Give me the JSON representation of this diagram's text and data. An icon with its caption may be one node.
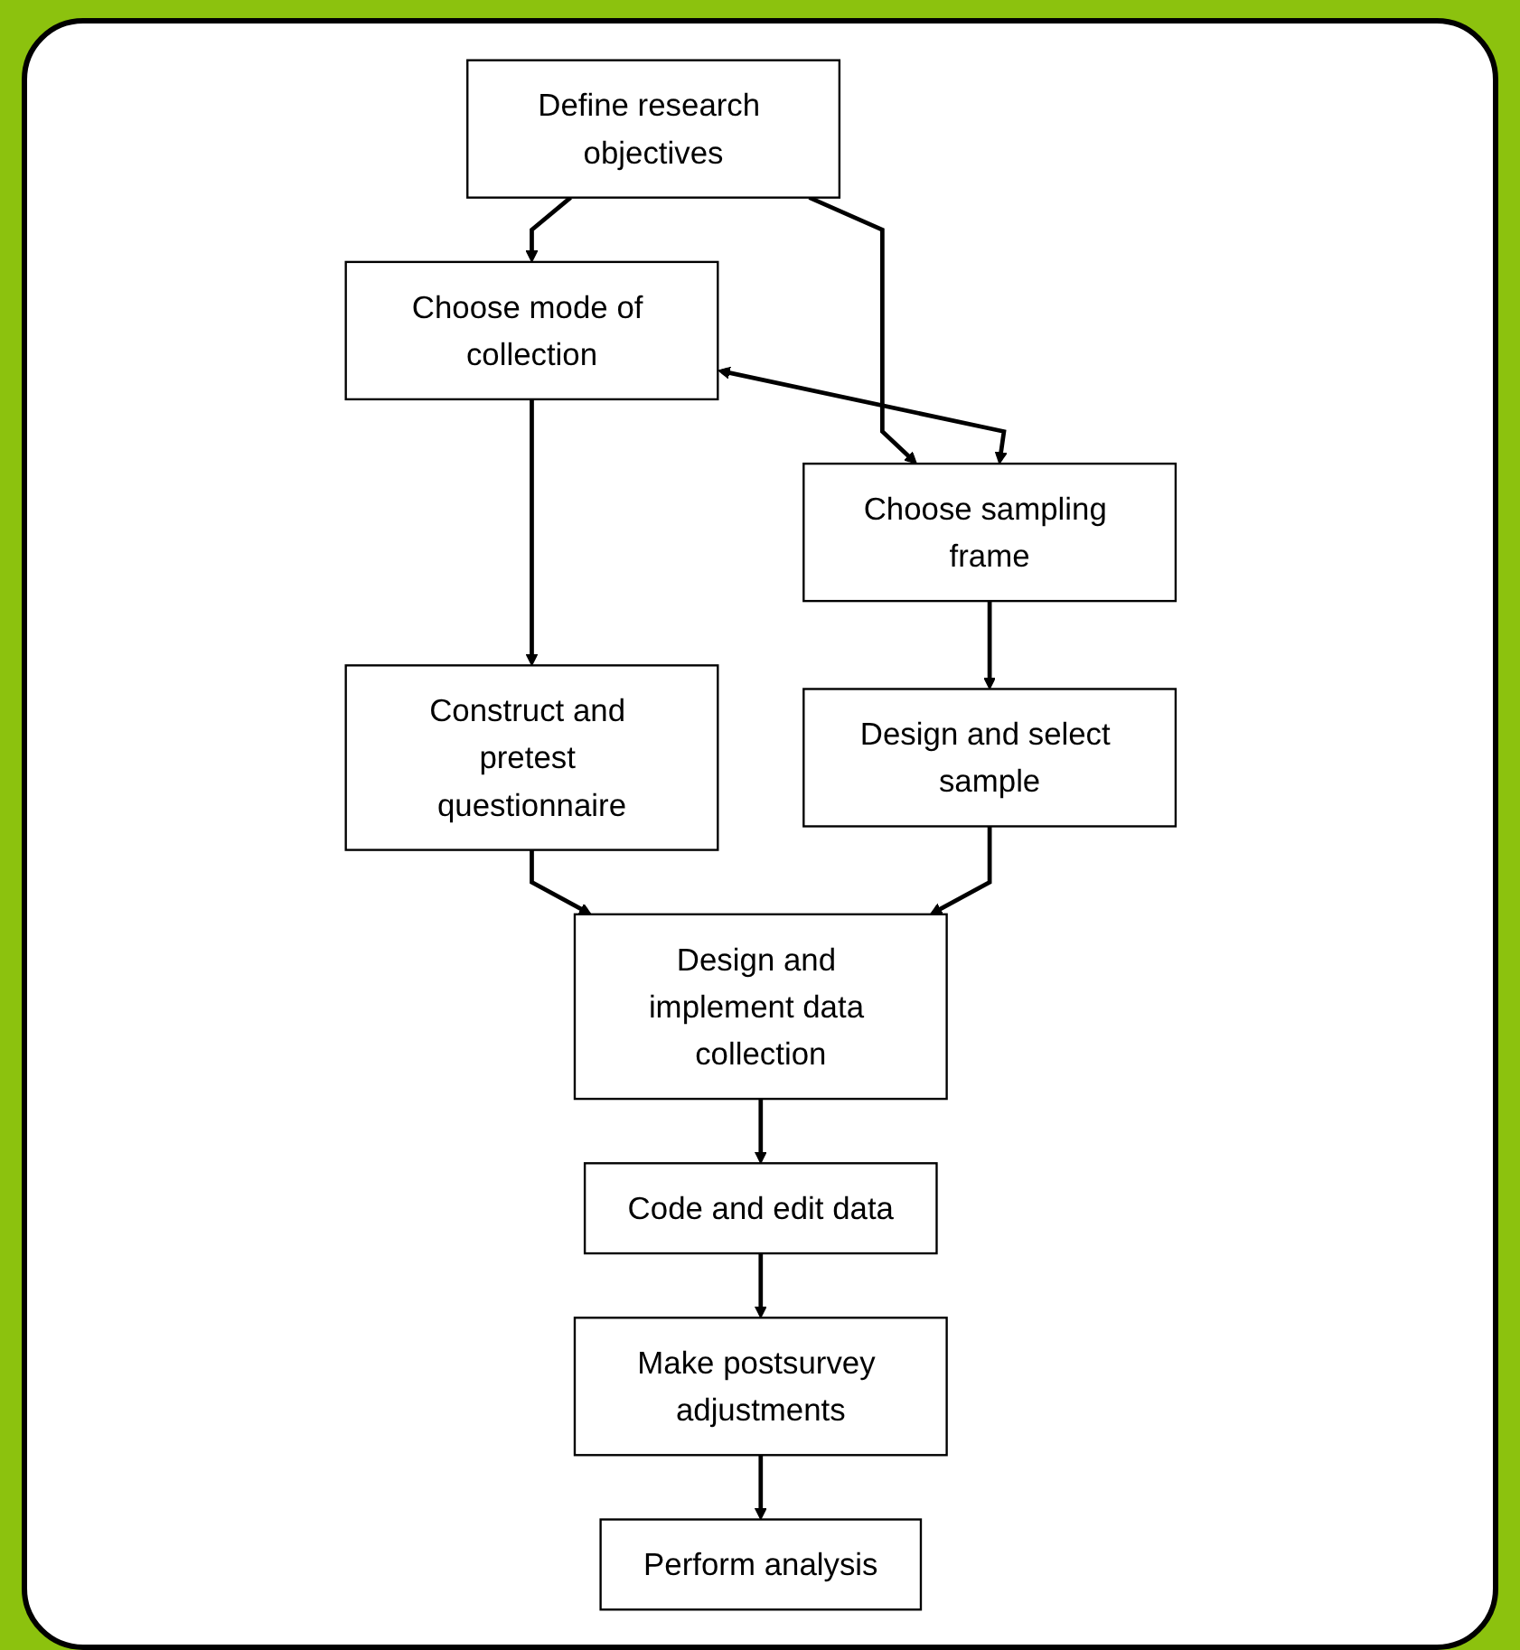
{
  "diagram": {
    "nodes": [
      {
        "text": [
          "Define research objectives"
        ]
      },
      {
        "text": [
          "Choose mode of collection"
        ]
      },
      {
        "text": [
          "Choose sampling frame"
        ]
      },
      {
        "text": [
          "Construct and pretest questionnaire"
        ]
      },
      {
        "text": [
          "Design and select sample"
        ]
      },
      {
        "text": [
          "Design and implement data collection"
        ]
      },
      {
        "text": [
          "Code and edit data"
        ]
      },
      {
        "text": [
          "Make postsurvey adjustments"
        ]
      },
      {
        "text": [
          "Perform analysis"
        ]
      }
    ],
    "edges": [
      {
        "from": 0,
        "to": 1,
        "arrow": "to"
      },
      {
        "from": 0,
        "to": 2,
        "arrow": "to"
      },
      {
        "from": 1,
        "to": 2,
        "arrow": "both"
      },
      {
        "from": 1,
        "to": 3,
        "arrow": "to"
      },
      {
        "from": 2,
        "to": 4,
        "arrow": "to"
      },
      {
        "from": 3,
        "to": 5,
        "arrow": "to"
      },
      {
        "from": 4,
        "to": 5,
        "arrow": "to"
      },
      {
        "from": 5,
        "to": 6,
        "arrow": "to"
      },
      {
        "from": 6,
        "to": 7,
        "arrow": "to"
      },
      {
        "from": 7,
        "to": 8,
        "arrow": "to"
      }
    ]
  }
}
